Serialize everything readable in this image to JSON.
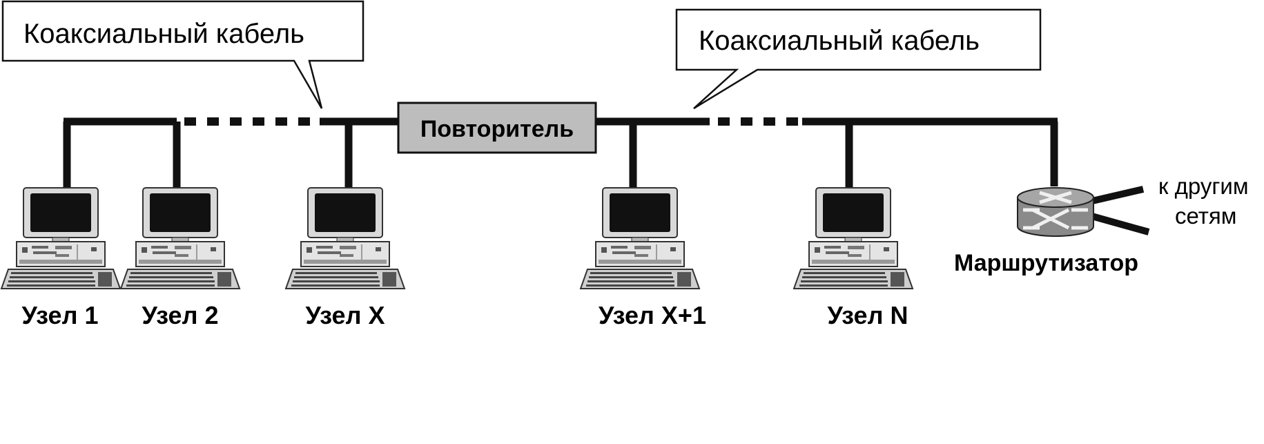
{
  "callouts": {
    "left": "Коаксиальный кабель",
    "right": "Коаксиальный кабель"
  },
  "repeater": {
    "label": "Повторитель"
  },
  "nodes": [
    {
      "label": "Узел  1"
    },
    {
      "label": "Узел  2"
    },
    {
      "label": "Узел X"
    },
    {
      "label": "Узел X+1"
    },
    {
      "label": "Узел N"
    }
  ],
  "router": {
    "label": "Маршрутизатор",
    "network_line1": "к другим",
    "network_line2": "сетям"
  },
  "colors": {
    "cable": "#111111",
    "repeater_fill": "#bdbdbd",
    "monitor_body": "#d9d9d9",
    "router_body": "#8a8a8a"
  }
}
